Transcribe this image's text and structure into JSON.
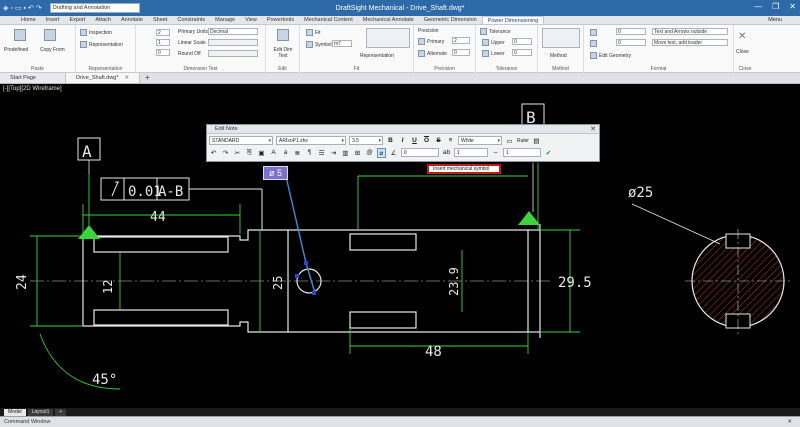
{
  "app": {
    "title": "DraftSight Mechanical - Drive_Shaft.dwg*",
    "workspace": "Drafting and Annotation",
    "window_controls": [
      "—",
      "❐",
      "✕"
    ]
  },
  "ribbon_tabs": [
    "Home",
    "Insert",
    "Export",
    "Attach",
    "Annotate",
    "Sheet",
    "Constraints",
    "Manage",
    "View",
    "Powertools",
    "Mechanical Content",
    "Mechanical Annotate",
    "Geometric Dimension",
    "Power Dimensioning"
  ],
  "ribbon_tab_active": "Power Dimensioning",
  "menu_label": "Menu",
  "ribbon": {
    "paste": {
      "label": "Paste",
      "predefined": "Predefined",
      "copy_from": "Copy From"
    },
    "representation": {
      "label": "Representation",
      "inspection": "Inspection",
      "representation": "Representation"
    },
    "dimension_text": {
      "label": "Dimension Text",
      "primary_units_label": "Primary Units",
      "primary_units_value": "Decimal",
      "linear_scale": "Linear Scale",
      "round_off": "Round Off",
      "v1": "2",
      "v2": "1",
      "v3": "0"
    },
    "edit": {
      "label": "Edit",
      "button": "Edit Dim Text"
    },
    "fit": {
      "label": "Fit",
      "fit": "Fit",
      "symbol": "Symbol",
      "symbol_value": "m7",
      "representation": "Representation"
    },
    "precision": {
      "label": "Precision",
      "title": "Precision",
      "primary": "Primary",
      "alternate": "Alternate",
      "primary_value": "2",
      "alternate_value": "0"
    },
    "tolerance": {
      "label": "Tolerance",
      "title": "Tolerance",
      "upper": "Upper",
      "lower": "Lower",
      "upper_value": "0",
      "lower_value": "0"
    },
    "method": {
      "label": "Method",
      "title": "Method"
    },
    "format": {
      "label": "Format",
      "value1": "0",
      "value2": "0",
      "opt1": "Text and Arrows outside",
      "opt2": "Move text, add leader",
      "edit_geometry": "Edit Geometry"
    },
    "close": {
      "label": "Close",
      "button": "Close"
    }
  },
  "doc_tabs": [
    {
      "label": "Start Page",
      "active": false
    },
    {
      "label": "Drive_Shaft.dwg*",
      "active": true
    }
  ],
  "view_label": "[-][Top][2D Wireframe]",
  "edit_note": {
    "title": "Edit Note",
    "style": "STANDARD",
    "font": "ARIsoP1.shx",
    "height": "3.5",
    "color": "White",
    "ruler": "Ruler",
    "row2_v1": "0",
    "row2_v2": "1",
    "row2_v3": "1"
  },
  "tooltip": "Insert mechanical symbol",
  "symbol_box_text": "ø 5",
  "drawing": {
    "datum_a": "A",
    "datum_b": "B",
    "fcf_value": "0.01",
    "fcf_ref": "A-B",
    "dim_44": "44",
    "dim_24": "24",
    "dim_12": "12",
    "dim_25": "25",
    "dim_23_9": "23.9",
    "dim_29_5": "29.5",
    "dim_48": "48",
    "dim_45deg": "45°",
    "dim_dia25": "ø25"
  },
  "layout_tabs": [
    {
      "label": "Model",
      "active": true
    },
    {
      "label": "Layout1",
      "active": false
    }
  ],
  "command_window": "Command Window",
  "colors": {
    "accent": "#2f6aa8",
    "dim_green": "#3cd43c",
    "tooltip_border": "#c41a1a",
    "hatch": "#c0392b"
  }
}
